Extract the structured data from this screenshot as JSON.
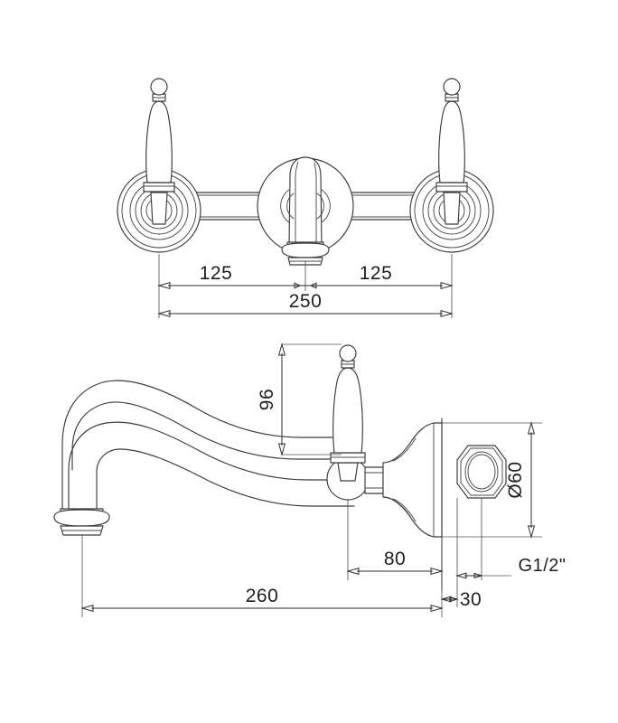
{
  "document": {
    "type": "technical-drawing",
    "subject": "Wall-mounted two-handle basin mixer tap",
    "background_color": "#ffffff",
    "line_color": "#3a3a3a",
    "dimension_color": "#1f1f1f"
  },
  "views": {
    "top": {
      "name": "front-elevation-view",
      "description": "Front view showing two lever handles with circular escutcheons and central spout base"
    },
    "side": {
      "name": "side-elevation-view",
      "description": "Side view showing swan-neck spout, handle, wall escutcheon and G1/2 inch connection"
    }
  },
  "dimensions": {
    "left_spacing": "125",
    "right_spacing": "125",
    "total_spacing": "250",
    "handle_height": "96",
    "spout_reach": "260",
    "body_depth": "80",
    "wall_projection": "30",
    "escutcheon_diameter": "Ø60",
    "thread_size": "G1/2\""
  },
  "parts": {
    "left_handle": "left-lever-handle",
    "right_handle": "right-lever-handle",
    "spout": "swan-neck-spout",
    "aerator": "spout-aerator-tip",
    "wall_escutcheon": "wall-escutcheon",
    "hex_nut": "hex-connection-nut"
  }
}
